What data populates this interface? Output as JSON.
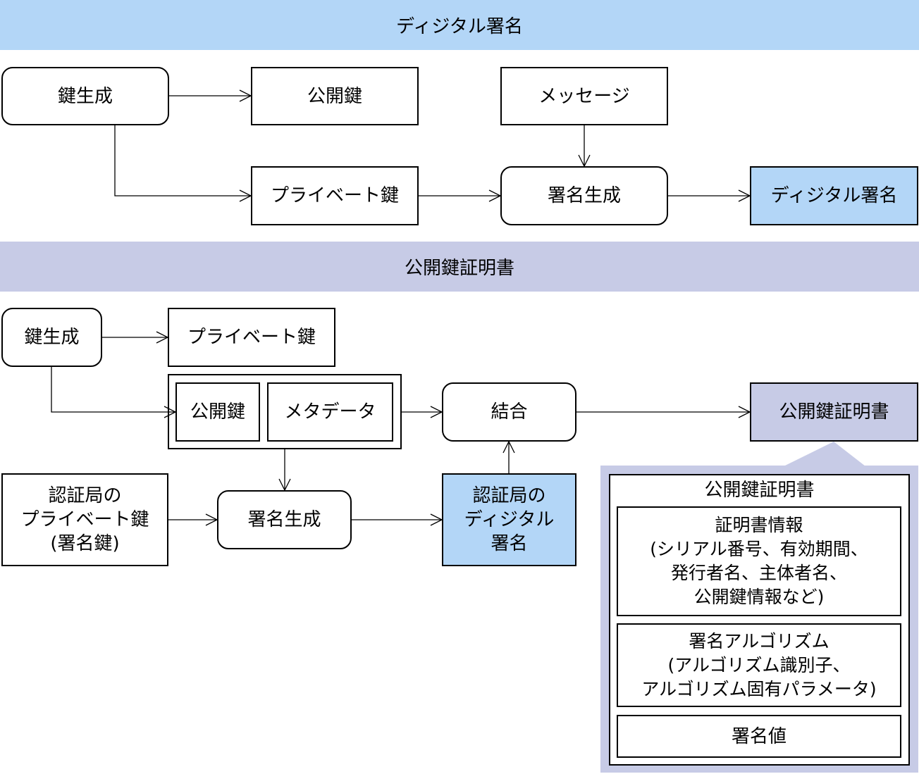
{
  "colors": {
    "band_blue": "#b3d6f7",
    "band_purple": "#c7cbe6",
    "line": "#000000"
  },
  "section_signature": {
    "title": "ディジタル署名",
    "key_gen": "鍵生成",
    "public_key": "公開鍵",
    "message": "メッセージ",
    "private_key": "プライベート鍵",
    "sign_gen": "署名生成",
    "digital_signature": "ディジタル署名"
  },
  "section_certificate": {
    "title": "公開鍵証明書",
    "key_gen": "鍵生成",
    "private_key": "プライベート鍵",
    "public_key": "公開鍵",
    "metadata": "メタデータ",
    "combine": "結合",
    "certificate": "公開鍵証明書",
    "ca_private_key": "認証局の\nプライベート鍵\n(署名鍵)",
    "sign_gen": "署名生成",
    "ca_digital_signature": "認証局の\nディジタル\n署名"
  },
  "certificate_detail": {
    "title": "公開鍵証明書",
    "cert_info": "証明書情報\n(シリアル番号、有効期間、\n発行者名、主体者名、\n公開鍵情報など)",
    "algorithm": "署名アルゴリズム\n(アルゴリズム識別子、\nアルゴリズム固有パラメータ)",
    "signature_value": "署名値"
  }
}
